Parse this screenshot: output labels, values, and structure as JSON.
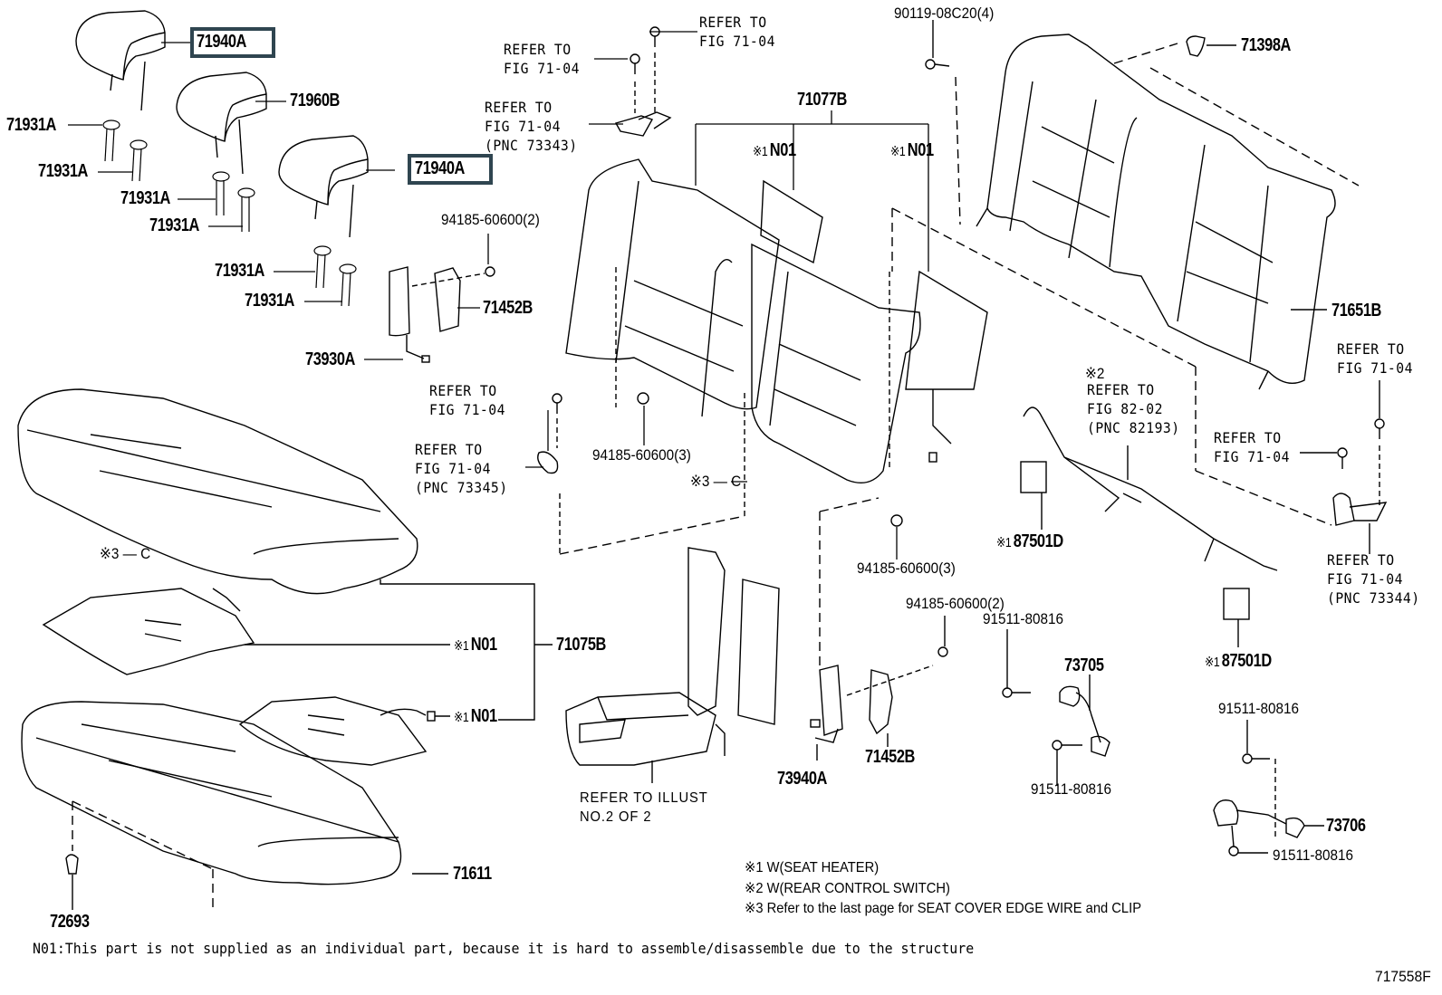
{
  "diagram": {
    "type": "exploded-parts-diagram",
    "subject": "Rear seat assembly",
    "highlight_color": "#2f4550",
    "figure_id": "717558F"
  },
  "parts": {
    "headrest_1": "71940A",
    "headrest_2": "71960B",
    "headrest_3": "71940A",
    "support_a1": "71931A",
    "support_a2": "71931A",
    "support_a3": "71931A",
    "support_a4": "71931A",
    "support_a5": "71931A",
    "support_a6": "71931A",
    "nut_top": "94185-60600(2)",
    "hinge_left": "71452B",
    "belt_left": "73930A",
    "bolt_top": "90119-08C20(4)",
    "clip_top": "71398A",
    "back_assy": "71077B",
    "back_n01_left": "N01",
    "back_n01_right": "N01",
    "back_board": "71651B",
    "nut_mid": "94185-60600(3)",
    "nut_right": "94185-60600(3)",
    "nut_lower": "94185-60600(2)",
    "switch_1": "87501D",
    "switch_2": "87501D",
    "cushion_assy": "71075B",
    "cushion_n01_upper": "N01",
    "cushion_n01_lower": "N01",
    "cushion_frame": "71611",
    "clip_bottom": "72693",
    "hinge_right": "71452B",
    "belt_right": "73940A",
    "bolt_a": "91511-80816",
    "bolt_b": "91511-80816",
    "bolt_c": "91511-80816",
    "bolt_d": "91511-80816",
    "bracket_1": "73705",
    "bracket_2": "73706",
    "seatcover_clip_1": "C",
    "seatcover_clip_2": "C"
  },
  "marks": {
    "m1": "※1",
    "m2": "※2",
    "m3": "※3"
  },
  "refs": {
    "r_top_left": "REFER TO\nFIG 71-04",
    "r_top_right": "REFER TO\nFIG 71-04",
    "r_73343": "REFER TO\nFIG 71-04\n(PNC 73343)",
    "r_mid_left": "REFER TO\nFIG 71-04",
    "r_73345": "REFER TO\nFIG 71-04\n(PNC 73345)",
    "r_82193": "REFER TO\nFIG 82-02\n(PNC 82193)",
    "r_right_top": "REFER TO\nFIG 71-04",
    "r_right_mid": "REFER TO\nFIG 71-04",
    "r_73344": "REFER TO\nFIG 71-04\n(PNC 73344)",
    "r_illust": "REFER TO ILLUST\nNO.2 OF 2"
  },
  "legend": {
    "n1": "※1 W(SEAT HEATER)",
    "n2": "※2 W(REAR CONTROL SWITCH)",
    "n3": "※3 Refer to the last page for SEAT COVER EDGE WIRE and CLIP"
  },
  "footnote": "N01:This part is not supplied as an individual part, because it is hard to assemble/disassemble due to the structure"
}
